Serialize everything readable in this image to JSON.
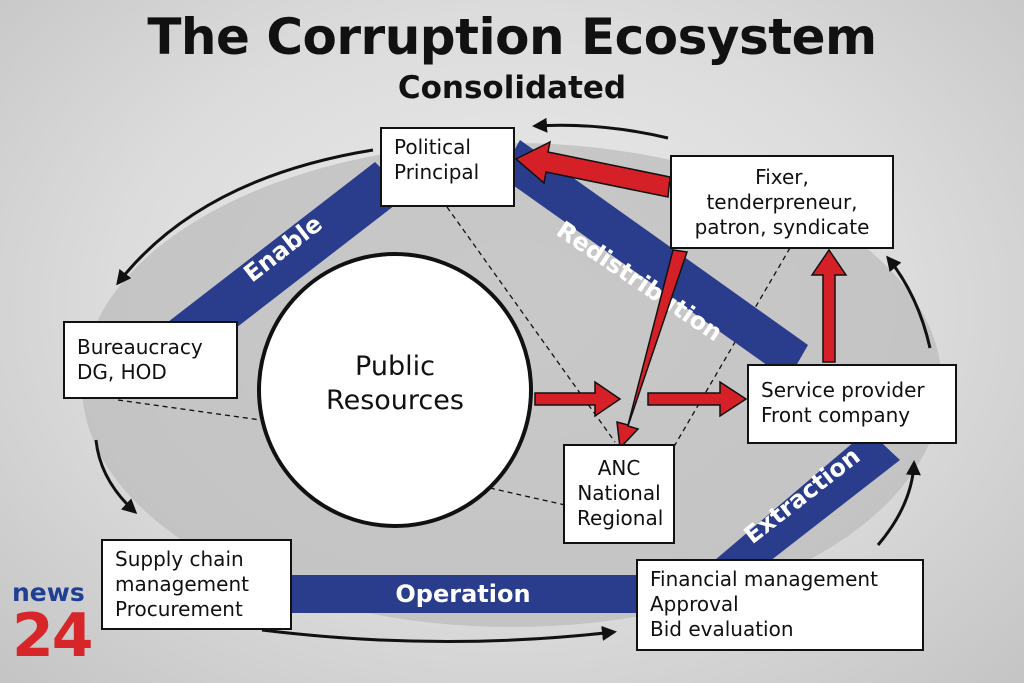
{
  "title": "The Corruption Ecosystem",
  "subtitle": "Consolidated",
  "center": {
    "lines": [
      "Public",
      "Resources"
    ]
  },
  "nodes": {
    "political": [
      "Political",
      "Principal"
    ],
    "fixer": [
      "Fixer,",
      "tenderpreneur,",
      "patron, syndicate"
    ],
    "bureaucracy": [
      "Bureaucracy",
      "DG, HOD"
    ],
    "service": [
      "Service provider",
      "Front company"
    ],
    "anc": [
      "ANC",
      "National",
      "Regional"
    ],
    "supply": [
      "Supply chain",
      "management",
      "Procurement"
    ],
    "financial": [
      "Financial management",
      "Approval",
      "Bid evaluation"
    ]
  },
  "bands": {
    "enable": "Enable",
    "redistribution": "Redistribution",
    "extraction": "Extraction",
    "operation": "Operation"
  },
  "logo": {
    "top": "news",
    "number": "24"
  },
  "colors": {
    "band": "#2a3c8c",
    "arrow": "#d62027",
    "ellipse": "#bdbdbd"
  }
}
